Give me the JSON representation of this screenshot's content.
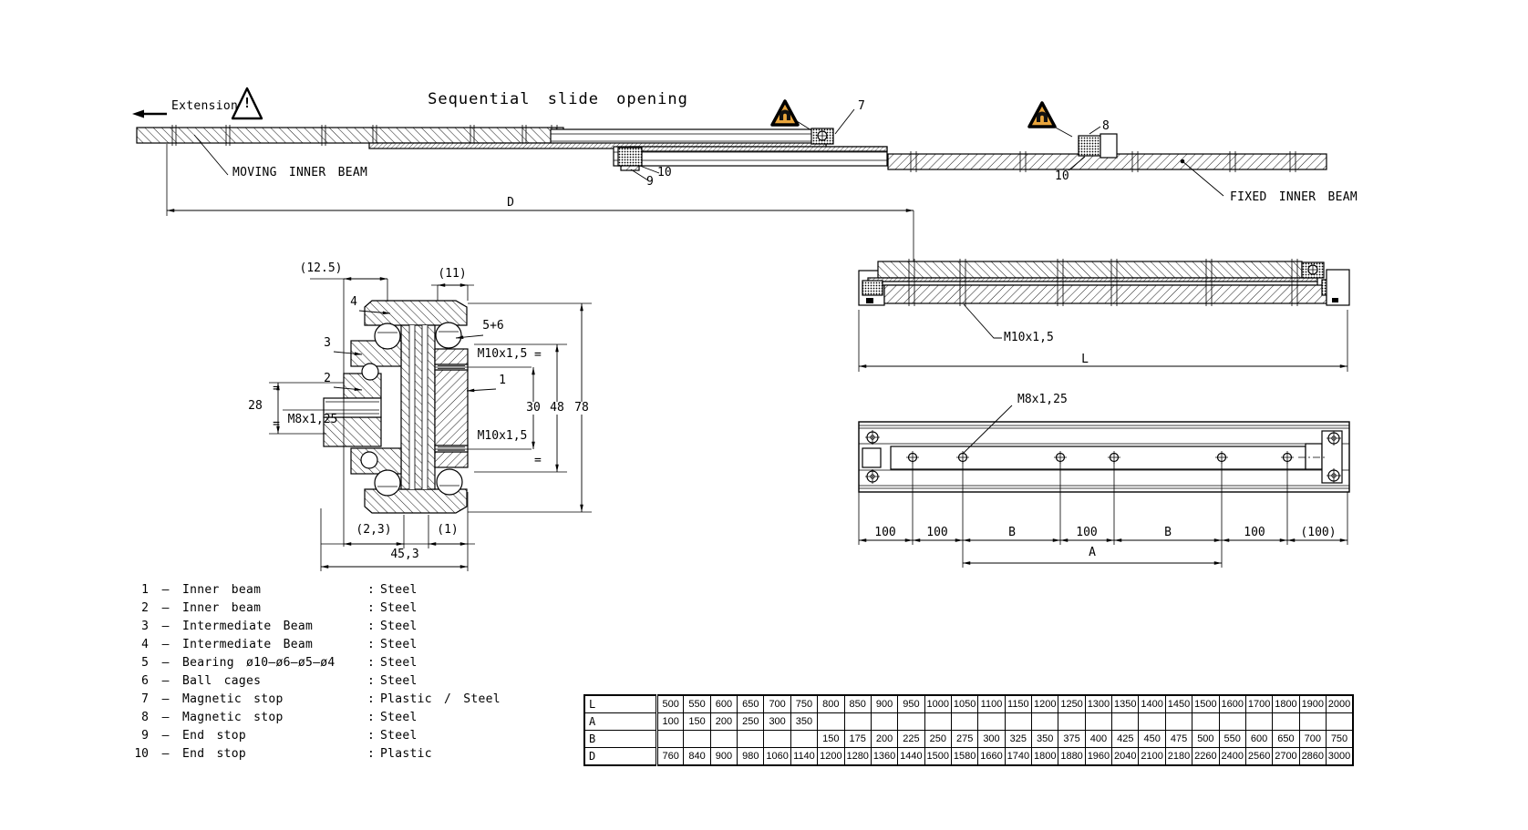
{
  "title": "Sequential slide opening",
  "dash": "–",
  "colon": ":",
  "warning_color": "#E9A53C",
  "top": {
    "extension": "Extension",
    "moving_label": "MOVING INNER BEAM",
    "fixed_label": "FIXED INNER BEAM",
    "dim_d": "D",
    "bang": "!",
    "c7": "7",
    "c8": "8",
    "c9": "9",
    "c10a": "10",
    "c10b": "10"
  },
  "section": {
    "d125": "(12.5)",
    "d11": "(11)",
    "c1": "1",
    "c2": "2",
    "c3": "3",
    "c4": "4",
    "c56": "5+6",
    "m10_top": "M10x1,5",
    "m10_bottom": "M10x1,5",
    "m8": "M8x1,25",
    "d28": "28",
    "d30": "30",
    "d48": "48",
    "d78": "78",
    "d23": "(2,3)",
    "d1": "(1)",
    "d453": "45,3",
    "eq": "="
  },
  "closed": {
    "m10": "M10x1,5",
    "dim_l": "L"
  },
  "mount": {
    "m8": "M8x1,25",
    "segs": [
      "100",
      "100",
      "B",
      "100",
      "B",
      "100",
      "(100)"
    ],
    "dim_a": "A"
  },
  "parts": [
    {
      "num": "1",
      "name": "Inner beam",
      "mat": "Steel"
    },
    {
      "num": "2",
      "name": "Inner beam",
      "mat": "Steel"
    },
    {
      "num": "3",
      "name": "Intermediate Beam",
      "mat": "Steel"
    },
    {
      "num": "4",
      "name": "Intermediate Beam",
      "mat": "Steel"
    },
    {
      "num": "5",
      "name": "Bearing ø10–ø6–ø5–ø4",
      "mat": "Steel"
    },
    {
      "num": "6",
      "name": "Ball cages",
      "mat": "Steel"
    },
    {
      "num": "7",
      "name": "Magnetic stop",
      "mat": "Plastic / Steel"
    },
    {
      "num": "8",
      "name": "Magnetic stop",
      "mat": "Steel"
    },
    {
      "num": "9",
      "name": "End stop",
      "mat": "Steel"
    },
    {
      "num": "10",
      "name": "End stop",
      "mat": "Plastic"
    }
  ],
  "size_table": {
    "labels": [
      "L",
      "A",
      "B",
      "D"
    ],
    "L": [
      "500",
      "550",
      "600",
      "650",
      "700",
      "750",
      "800",
      "850",
      "900",
      "950",
      "1000",
      "1050",
      "1100",
      "1150",
      "1200",
      "1250",
      "1300",
      "1350",
      "1400",
      "1450",
      "1500",
      "1600",
      "1700",
      "1800",
      "1900",
      "2000"
    ],
    "A": [
      "100",
      "150",
      "200",
      "250",
      "300",
      "350",
      "",
      "",
      "",
      "",
      "",
      "",
      "",
      "",
      "",
      "",
      "",
      "",
      "",
      "",
      "",
      "",
      "",
      "",
      "",
      ""
    ],
    "B": [
      "",
      "",
      "",
      "",
      "",
      "",
      "150",
      "175",
      "200",
      "225",
      "250",
      "275",
      "300",
      "325",
      "350",
      "375",
      "400",
      "425",
      "450",
      "475",
      "500",
      "550",
      "600",
      "650",
      "700",
      "750"
    ],
    "D": [
      "760",
      "840",
      "900",
      "980",
      "1060",
      "1140",
      "1200",
      "1280",
      "1360",
      "1440",
      "1500",
      "1580",
      "1660",
      "1740",
      "1800",
      "1880",
      "1960",
      "2040",
      "2100",
      "2180",
      "2260",
      "2400",
      "2560",
      "2700",
      "2860",
      "3000"
    ]
  }
}
